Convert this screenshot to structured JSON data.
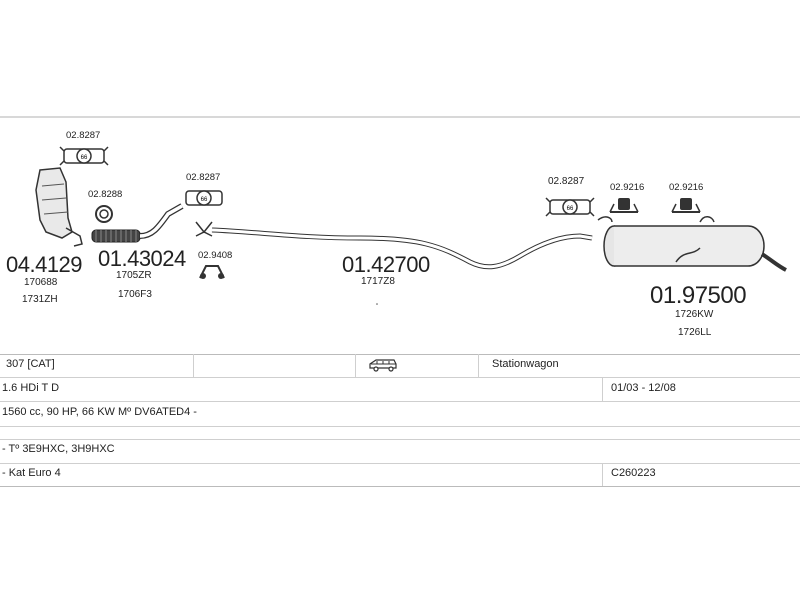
{
  "diagram": {
    "clamp_top": "02.8287",
    "cat_part": "04.4129",
    "cat_refs": [
      "170688",
      "1731ZH"
    ],
    "gasket": "02.8288",
    "flex_part": "01.43024",
    "flex_refs": [
      "1705ZR",
      "1706F3"
    ],
    "clamp_mid": "02.8287",
    "hanger_front": "02.9408",
    "center_part": "01.42700",
    "center_ref": "1717Z8",
    "clamp_rear": "02.8287",
    "hanger_rear_1": "02.9216",
    "hanger_rear_2": "02.9216",
    "rear_part": "01.97500",
    "rear_refs": [
      "1726KW",
      "1726LL"
    ]
  },
  "table": {
    "model": "307  [CAT]",
    "body_type": "Stationwagon",
    "engine": "1.6 HDi T D",
    "dates": "01/03 - 12/08",
    "specs": "1560 cc, 90 HP, 66 KW  Mº DV6ATED4 -",
    "type_codes": "- Tº 3E9HXC, 3H9HXC",
    "emission": "- Kat Euro 4",
    "catalog_code": "C260223",
    "car_icon": "station-wagon-icon"
  }
}
